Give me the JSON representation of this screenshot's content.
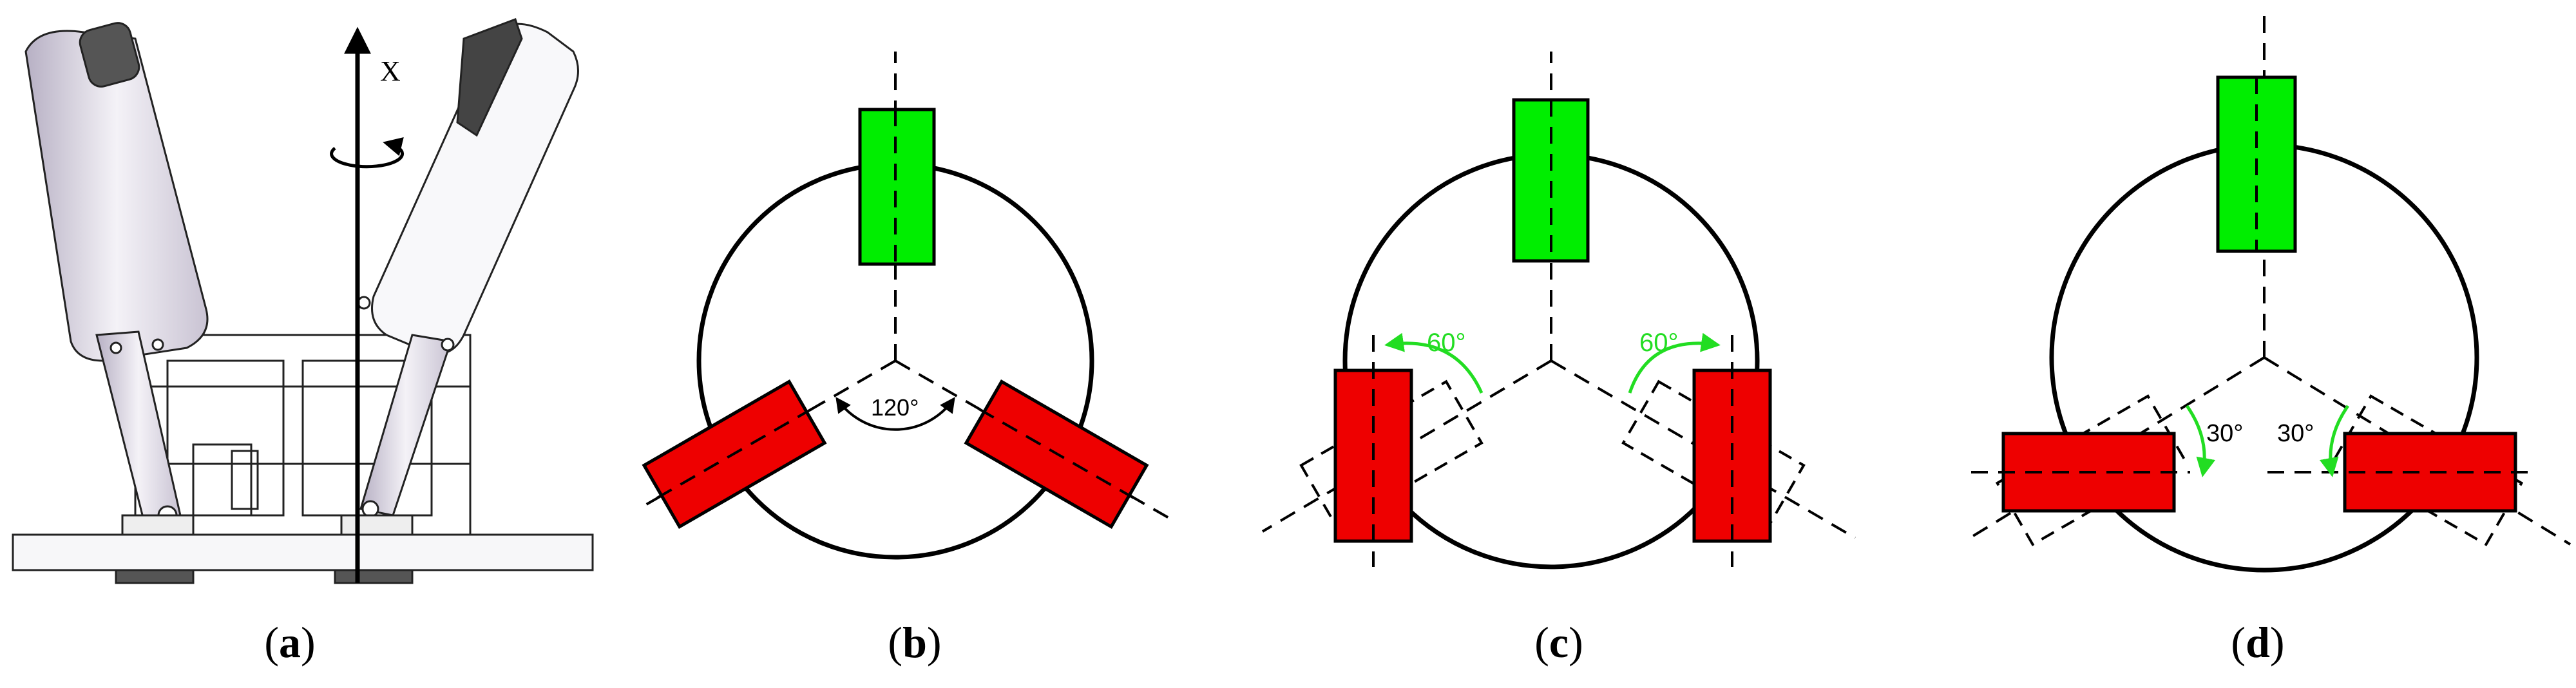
{
  "panels": {
    "a": {
      "caption_letter": "a",
      "axis_label": "X"
    },
    "b": {
      "caption_letter": "b",
      "angle_label": "120°"
    },
    "c": {
      "caption_letter": "c",
      "angle_left": "60°",
      "angle_right": "60°"
    },
    "d": {
      "caption_letter": "d",
      "angle_left": "30°",
      "angle_right": "30°"
    }
  },
  "colors": {
    "green": "#00ee00",
    "red": "#ee0000",
    "green_text": "#22dd22",
    "line": "#000000",
    "device_fill": "#ececf2",
    "device_shade": "#c9c3d3"
  }
}
